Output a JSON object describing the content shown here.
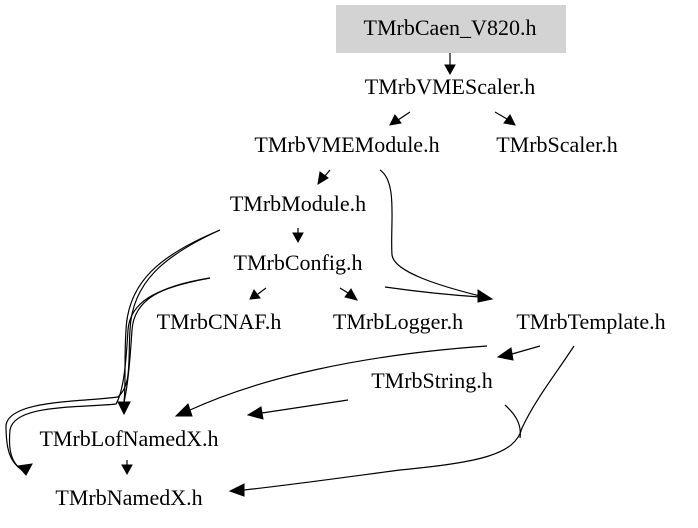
{
  "nodes": {
    "caen_v820": {
      "label": "TMrbCaen_V820.h",
      "highlight_color": "#d3d3d3"
    },
    "vme_scaler": {
      "label": "TMrbVMEScaler.h"
    },
    "vme_module": {
      "label": "TMrbVMEModule.h"
    },
    "scaler": {
      "label": "TMrbScaler.h"
    },
    "module": {
      "label": "TMrbModule.h"
    },
    "config": {
      "label": "TMrbConfig.h"
    },
    "cnaf": {
      "label": "TMrbCNAF.h"
    },
    "logger": {
      "label": "TMrbLogger.h"
    },
    "template": {
      "label": "TMrbTemplate.h"
    },
    "string": {
      "label": "TMrbString.h"
    },
    "lof_named_x": {
      "label": "TMrbLofNamedX.h"
    },
    "named_x": {
      "label": "TMrbNamedX.h"
    }
  },
  "edges": [
    {
      "from": "caen_v820",
      "to": "vme_scaler"
    },
    {
      "from": "vme_scaler",
      "to": "vme_module"
    },
    {
      "from": "vme_scaler",
      "to": "scaler"
    },
    {
      "from": "vme_module",
      "to": "module"
    },
    {
      "from": "vme_module",
      "to": "template"
    },
    {
      "from": "module",
      "to": "config"
    },
    {
      "from": "module",
      "to": "lof_named_x"
    },
    {
      "from": "module",
      "to": "named_x"
    },
    {
      "from": "config",
      "to": "cnaf"
    },
    {
      "from": "config",
      "to": "logger"
    },
    {
      "from": "config",
      "to": "template"
    },
    {
      "from": "config",
      "to": "lof_named_x"
    },
    {
      "from": "config",
      "to": "named_x"
    },
    {
      "from": "template",
      "to": "string"
    },
    {
      "from": "template",
      "to": "lof_named_x"
    },
    {
      "from": "template",
      "to": "named_x"
    },
    {
      "from": "string",
      "to": "lof_named_x"
    },
    {
      "from": "string",
      "to": "named_x"
    },
    {
      "from": "lof_named_x",
      "to": "named_x"
    }
  ],
  "colors": {
    "node_highlight": "#d3d3d3",
    "edge": "#000000",
    "text": "#000000"
  }
}
